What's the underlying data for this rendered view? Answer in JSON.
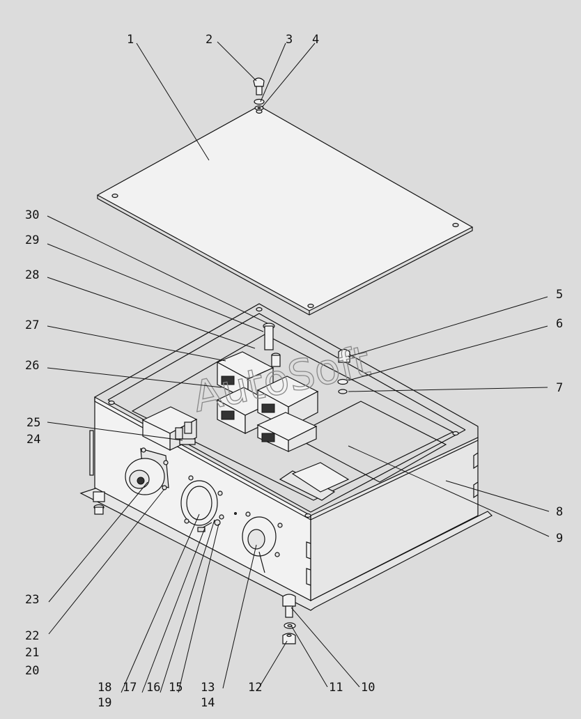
{
  "watermark": "AutoSoft",
  "callouts": [
    {
      "id": "c1",
      "text": "1"
    },
    {
      "id": "c2",
      "text": "2"
    },
    {
      "id": "c3",
      "text": "3"
    },
    {
      "id": "c4",
      "text": "4"
    },
    {
      "id": "c5",
      "text": "5"
    },
    {
      "id": "c6",
      "text": "6"
    },
    {
      "id": "c7",
      "text": "7"
    },
    {
      "id": "c8",
      "text": "8"
    },
    {
      "id": "c9",
      "text": "9"
    },
    {
      "id": "c10",
      "text": "10"
    },
    {
      "id": "c11",
      "text": "11"
    },
    {
      "id": "c12",
      "text": "12"
    },
    {
      "id": "c13",
      "text": "13"
    },
    {
      "id": "c14",
      "text": "14"
    },
    {
      "id": "c15",
      "text": "15"
    },
    {
      "id": "c16",
      "text": "16"
    },
    {
      "id": "c17",
      "text": "17"
    },
    {
      "id": "c18",
      "text": "18"
    },
    {
      "id": "c19",
      "text": "19"
    },
    {
      "id": "c20",
      "text": "20"
    },
    {
      "id": "c21",
      "text": "21"
    },
    {
      "id": "c22",
      "text": "22"
    },
    {
      "id": "c23",
      "text": "23"
    },
    {
      "id": "c24",
      "text": "24"
    },
    {
      "id": "c25",
      "text": "25"
    },
    {
      "id": "c26",
      "text": "26"
    },
    {
      "id": "c27",
      "text": "27"
    },
    {
      "id": "c28",
      "text": "28"
    },
    {
      "id": "c29",
      "text": "29"
    },
    {
      "id": "c30",
      "text": "30"
    }
  ]
}
